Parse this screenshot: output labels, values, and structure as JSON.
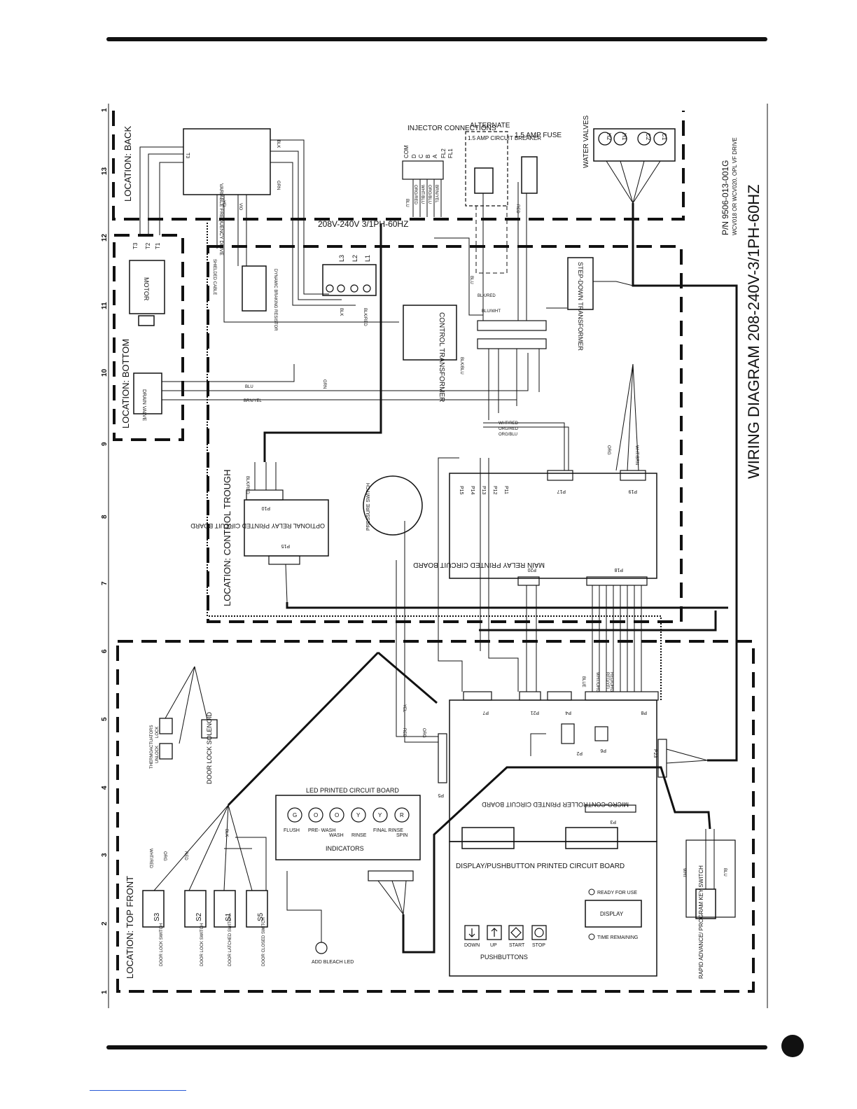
{
  "diagram": {
    "title": "WIRING DIAGRAM   208-240V-3/1PH-60HZ",
    "part_number": "P/N 9506-013-001G",
    "models": "WCV018 OR WCV020, OPL VF DRIVE"
  },
  "locations": {
    "back": "LOCATION:  BACK",
    "bottom": "LOCATION:  BOTTOM",
    "trough": "LOCATION:  CONTROL TROUGH",
    "front": "LOCATION:  TOP FRONT"
  },
  "grid_numbers": [
    "1",
    "13",
    "12",
    "11",
    "10",
    "9",
    "8",
    "7",
    "6",
    "5",
    "4",
    "3",
    "2",
    "1"
  ],
  "components": {
    "injector": "INJECTOR CONNECTIONS",
    "injector_pins": [
      "COM",
      "D",
      "C",
      "B",
      "A",
      "FL2",
      "FL1"
    ],
    "alternate": "ALTERNATE",
    "breaker": "1.5 AMP CIRCUIT BREAKER",
    "fuse": "1.5 AMP FUSE",
    "water_valves": "WATER VALVES",
    "valves": [
      "H2",
      "H1",
      "C2",
      "C1"
    ],
    "vfd": "VARIABLE FREQUENCY DRIVE",
    "motor": "MOTOR",
    "motor_terms": [
      "T3",
      "T2",
      "T1"
    ],
    "supply": "208V-240V 3/1PH-60HZ",
    "supply_terms": [
      "L3",
      "L2",
      "L1"
    ],
    "braking": "DYNAMIC BRAKING RESISTOR",
    "shielded": "SHIELDED CABLE",
    "control_xfmr": "CONTROL TRANSFORMER",
    "step_down": "STEP-DOWN TRANSFORMER",
    "drain": "DRAIN VALVE",
    "main_board": "MAIN RELAY PRINTED CIRCUIT BOARD",
    "relay_board": "OPTIONAL RELAY PRINTED CIRCUIT BOARD",
    "pressure": "PRESSURE SWITCH",
    "micro": "MICRO-CONTROLLER PRINTED CIRCUIT BOARD",
    "led_board": "LED PRINTED CIRCUIT BOARD",
    "indicators": "INDICATORS",
    "display_board": "DISPLAY/PUSHBUTTON PRINTED CIRCUIT BOARD",
    "display": "DISPLAY",
    "ready": "READY FOR USE",
    "time_remaining": "TIME REMAINING",
    "pushbuttons": "PUSHBUTTONS",
    "thermo": "THERMOACTUATORS",
    "lock": "LOCK",
    "unlock": "UNLOCK",
    "door_solenoid": "DOOR LOCK SOLENOID",
    "bleach": "ADD BLEACH LED",
    "key_switch": "RAPID ADVANCE/ PROGRAM KEY SWITCH"
  },
  "led_letters": [
    "G",
    "O",
    "O",
    "Y",
    "Y",
    "R"
  ],
  "led_labels": [
    "FLUSH",
    "PRE-\nWASH",
    "WASH",
    "RINSE",
    "FINAL\nRINSE",
    "SPIN"
  ],
  "buttons": [
    {
      "label": "DOWN",
      "icon": "down-arrow"
    },
    {
      "label": "UP",
      "icon": "up-arrow"
    },
    {
      "label": "START",
      "icon": "diamond"
    },
    {
      "label": "STOP",
      "icon": "circle"
    }
  ],
  "switches": [
    {
      "id": "S3",
      "label": "DOOR LOCK SWITCH"
    },
    {
      "id": "S2",
      "label": "DOOR LOCK SWITCH"
    },
    {
      "id": "S1",
      "label": "DOOR LATCHED SWITCH"
    },
    {
      "id": "S5",
      "label": "DOOR CLOSED SWITCH"
    }
  ],
  "connectors": {
    "p10": "P10",
    "p15": "P15",
    "p17": "P17",
    "p19": "P19",
    "p18": "P18",
    "p20": "P20",
    "p7": "P7",
    "p21": "P21",
    "p4": "P4",
    "p8": "P8",
    "p5": "P5",
    "p2": "P2",
    "p6": "P6",
    "p23": "P23",
    "p3": "P3",
    "main_pins": [
      "P15",
      "P14",
      "P13",
      "P12",
      "P11"
    ]
  },
  "wires": {
    "blk": "BLK",
    "grn": "GRN",
    "blu": "BLU",
    "red": "RED",
    "yel": "YEL",
    "org": "ORG",
    "wht": "WHT",
    "blk_red": "BLK/RED",
    "blu_wht": "BLU/WHT",
    "blk_blu": "BLK/BLU",
    "brn_yel": "BRN/YEL",
    "org_red": "ORG/RED",
    "wht_blu": "WHT/BLU",
    "org_blu": "ORG/BLU",
    "wht_red": "WHT/RED",
    "wht_brn": "WHT/BRN",
    "vio": "VIO",
    "blue": "BLUE",
    "wht_org": "WHT/ORG",
    "red_org": "RED/ORG",
    "red_yel": "RED/YEL"
  }
}
